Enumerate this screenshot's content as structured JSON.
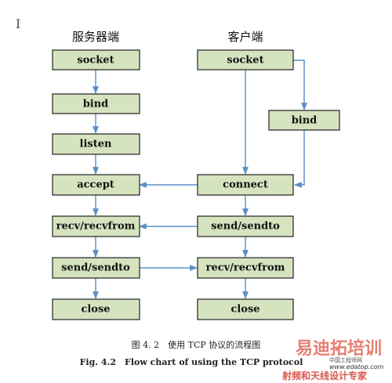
{
  "columns": {
    "server_title": "服务器端",
    "client_title": "客户端"
  },
  "server_steps": {
    "socket": "socket",
    "bind": "bind",
    "listen": "listen",
    "accept": "accept",
    "recv": "recv/recvfrom",
    "send": "send/sendto",
    "close": "close"
  },
  "client_steps": {
    "socket": "socket",
    "bind": "bind",
    "connect": "connect",
    "send": "send/sendto",
    "recv": "recv/recvfrom",
    "close": "close"
  },
  "caption": {
    "cn": "图 4. 2　使用 TCP 协议的流程图",
    "en": "Fig. 4.2　Flow chart of using the TCP protocol"
  },
  "cursor_glyph": "I",
  "watermark": {
    "big": "易迪拓培训",
    "small": "射频和天线设计专家",
    "url": "www.edatop.com",
    "tiny": "中国工程师网"
  },
  "colors": {
    "box_fill": "#d6e3bf",
    "box_border": "#222222",
    "arrow": "#5b8fc7",
    "watermark": "#e06a5a"
  }
}
